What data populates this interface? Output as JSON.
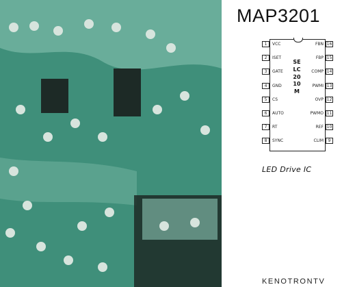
{
  "chip": {
    "title": "MAP3201",
    "vertical_marking": "SELC2010M",
    "caption": "LED Drive IC",
    "left_pins": [
      {
        "number": "1",
        "label": "VCC"
      },
      {
        "number": "2",
        "label": "ISET"
      },
      {
        "number": "3",
        "label": "GATE"
      },
      {
        "number": "4",
        "label": "GND"
      },
      {
        "number": "5",
        "label": "CS"
      },
      {
        "number": "6",
        "label": "AUTO"
      },
      {
        "number": "7",
        "label": "RT"
      },
      {
        "number": "8",
        "label": "SYNC"
      }
    ],
    "right_pins": [
      {
        "number": "16",
        "label": "FBN"
      },
      {
        "number": "15",
        "label": "FBP"
      },
      {
        "number": "14",
        "label": "COMP"
      },
      {
        "number": "13",
        "label": "PWMI"
      },
      {
        "number": "12",
        "label": "OVP"
      },
      {
        "number": "11",
        "label": "PWMO"
      },
      {
        "number": "10",
        "label": "REF"
      },
      {
        "number": "9",
        "label": "CLIM"
      }
    ]
  },
  "watermark": "KENOTRONTV",
  "colors": {
    "pcb_green": "#3f8f7a",
    "pcb_light": "#8cc6b4",
    "copper_pad": "#d7e4dd",
    "component_dark": "#1d2a26"
  }
}
